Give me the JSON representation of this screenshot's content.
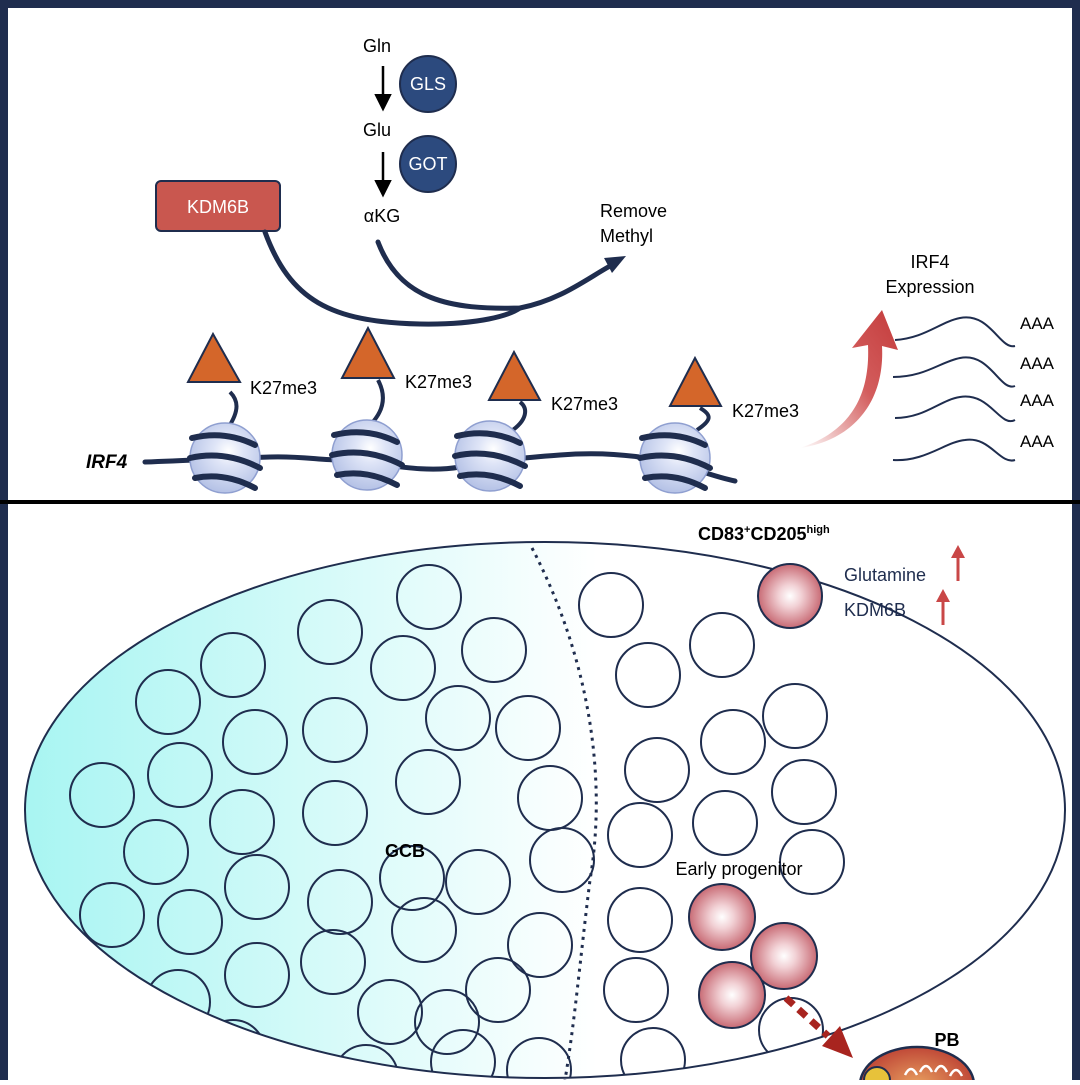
{
  "colors": {
    "frame": "#1f2d4e",
    "enzyme_fill": "#2c4a7e",
    "kdm6b_fill": "#c9574f",
    "triangle_fill": "#d4662a",
    "nucleosome_fill": "#c6d1ee",
    "arrow_red": "#c94747",
    "cyan_gradient": "#a8f5f2",
    "progenitor_fill": "#c86a74"
  },
  "top_panel": {
    "pathway": {
      "gln": "Gln",
      "glu": "Glu",
      "akg": "αKG",
      "gls": "GLS",
      "got": "GOT"
    },
    "kdm6b": "KDM6B",
    "remove_methyl": [
      "Remove",
      "Methyl"
    ],
    "gene_label": "IRF4",
    "marks": [
      "K27me3",
      "K27me3",
      "K27me3",
      "K27me3"
    ],
    "expression_label": [
      "IRF4",
      "Expression"
    ],
    "transcripts": [
      "AAA",
      "AAA",
      "AAA",
      "AAA"
    ]
  },
  "bottom_panel": {
    "cell_type_prefix": "CD83",
    "cell_type_sup1": "+",
    "cell_type_mid": "CD205",
    "cell_type_sup2": "high",
    "glutamine": "Glutamine",
    "kdm6b": "KDM6B",
    "gcb_label": "GCB",
    "early_progenitor": "Early progenitor",
    "pb_label": "PB"
  }
}
